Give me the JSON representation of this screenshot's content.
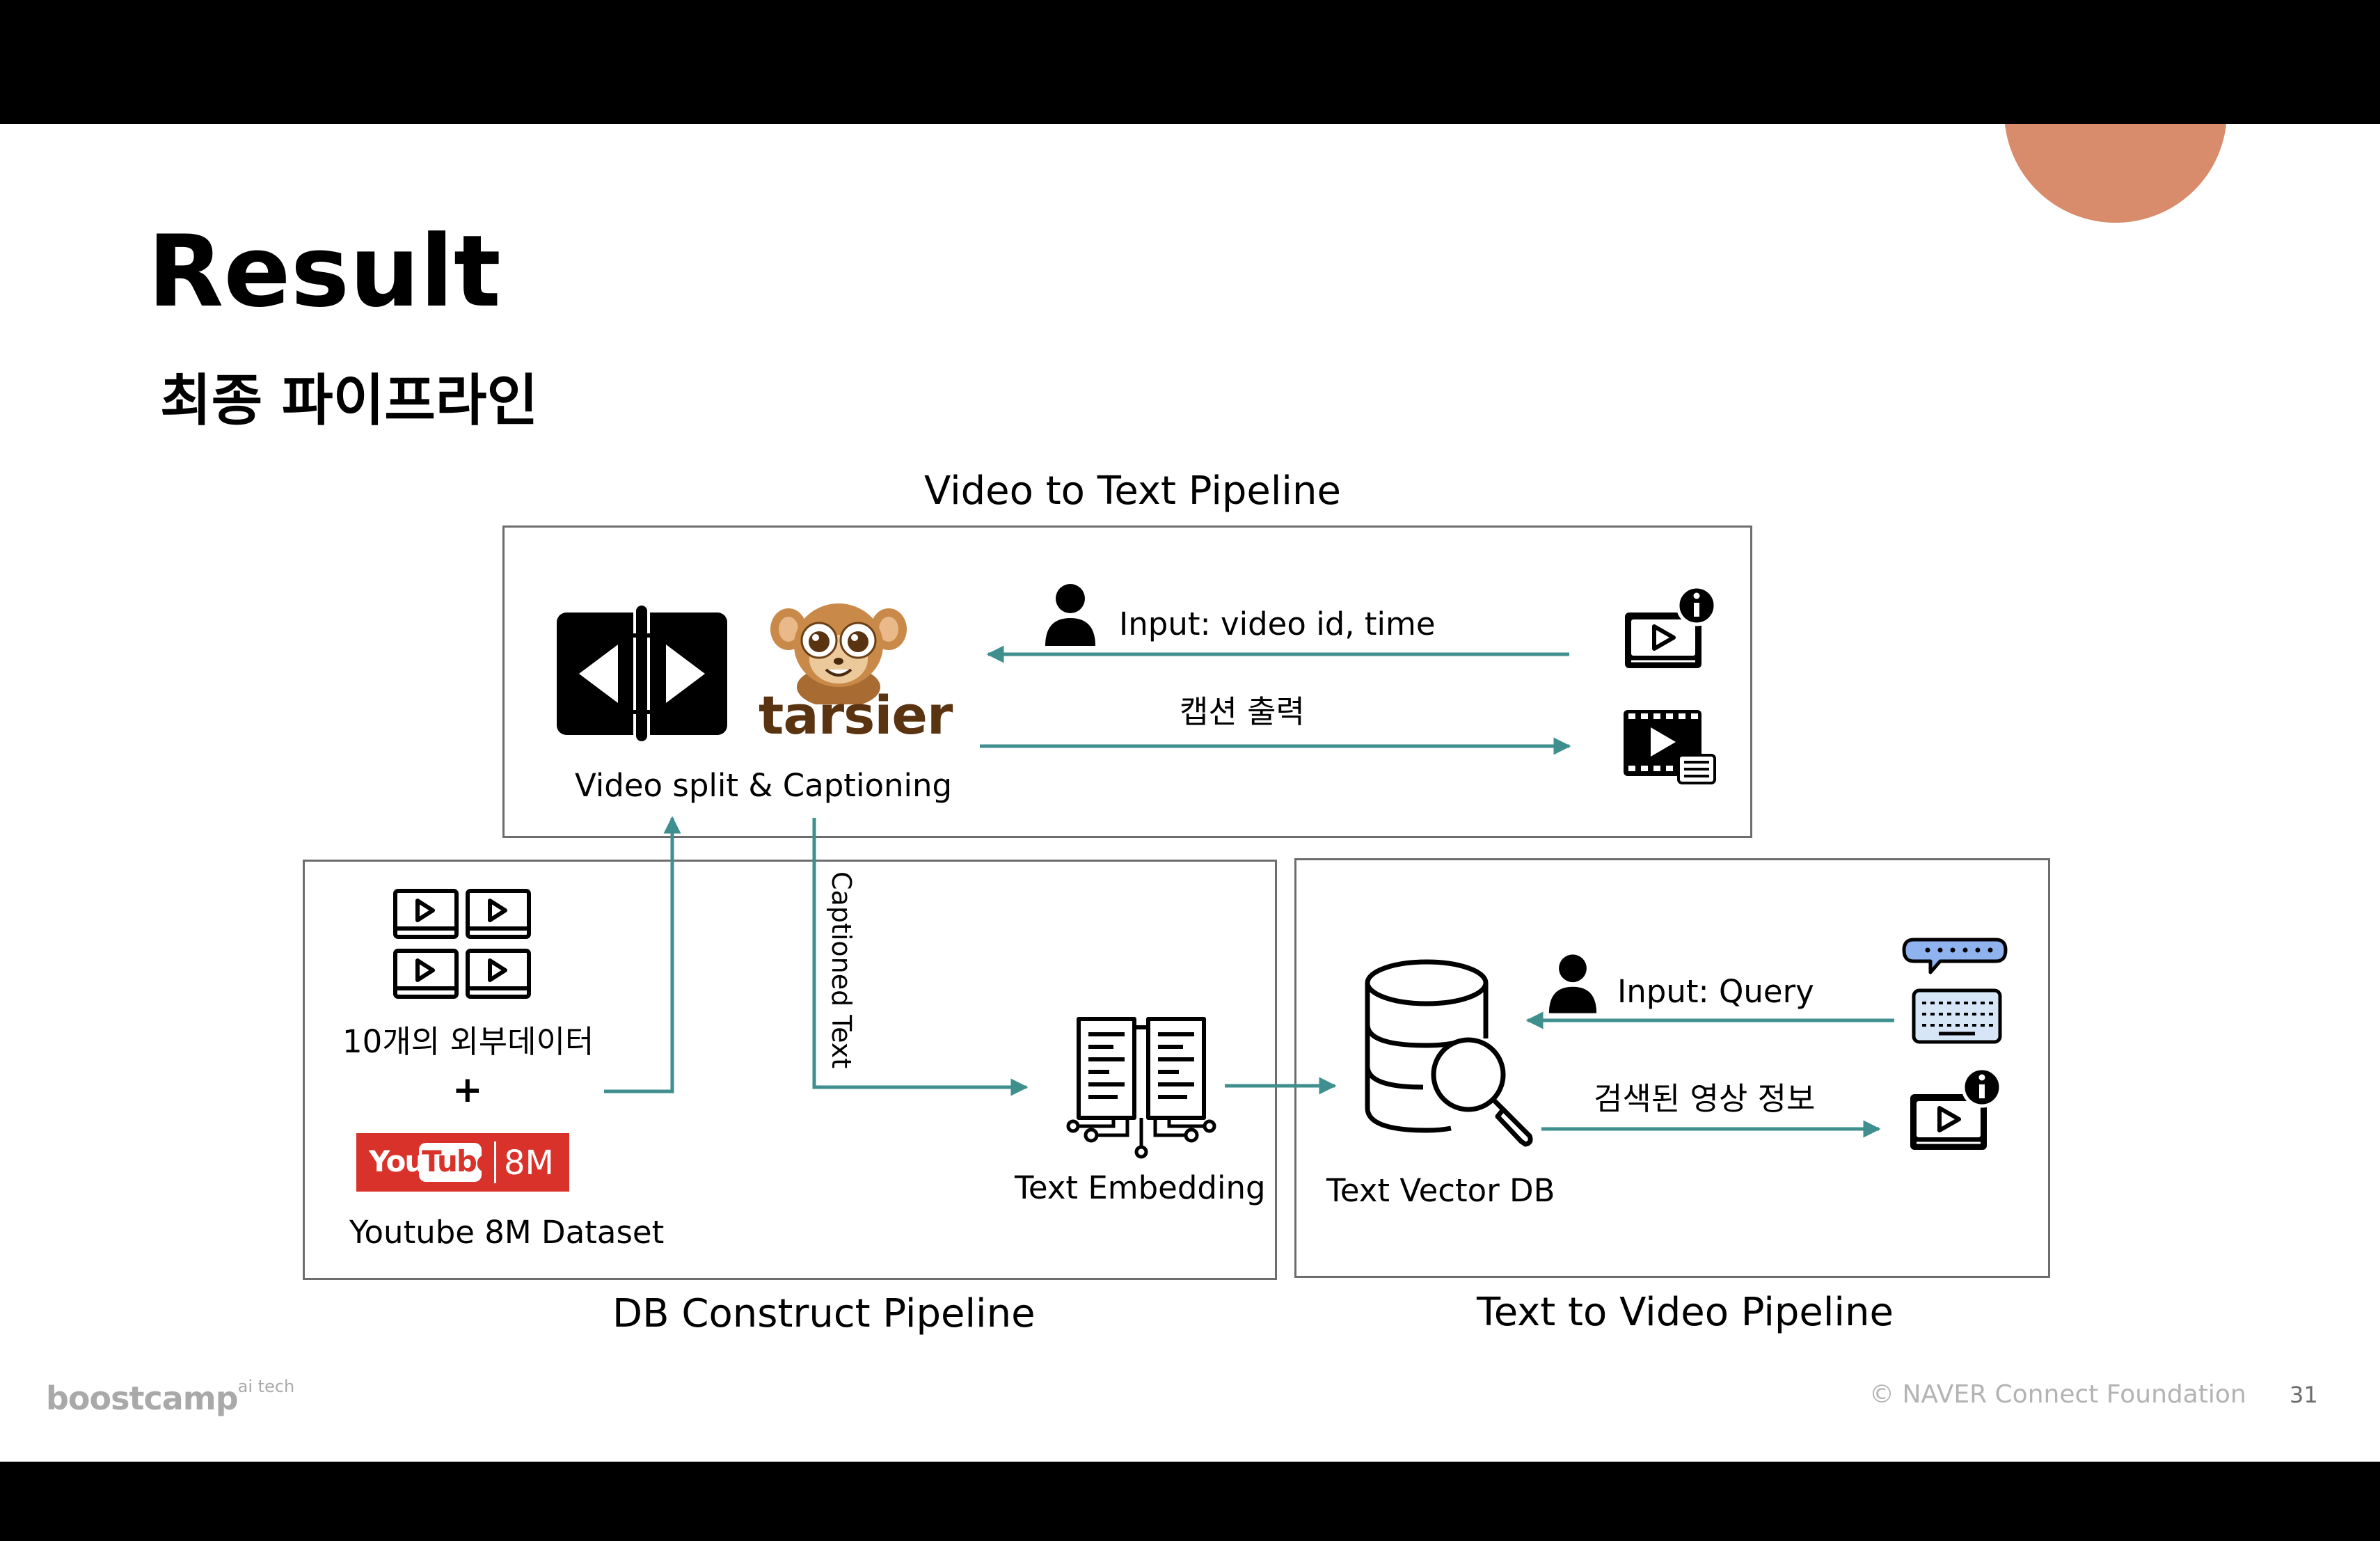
{
  "slide": {
    "title": "Result",
    "subtitle": "최종 파이프라인",
    "page_number": "31",
    "footer_logo_main": "boostcamp",
    "footer_logo_sup": "ai tech",
    "copyright": "© NAVER Connect Foundation"
  },
  "video_to_text": {
    "title": "Video to Text Pipeline",
    "split_caption_label": "Video split & Captioning",
    "tarsier_wordmark": "tarsier",
    "input_label": "Input: video id, time",
    "output_label": "캡션 출력"
  },
  "db_construct": {
    "title": "DB Construct Pipeline",
    "external_data_label": "10개의 외부데이터",
    "plus": "+",
    "youtube_logo_you": "You",
    "youtube_logo_tube": "Tube",
    "youtube_logo_size": "8M",
    "dataset_label": "Youtube 8M Dataset",
    "captioned_text_label": "Captioned Text",
    "text_embedding_label": "Text Embedding"
  },
  "text_to_video": {
    "title": "Text to Video Pipeline",
    "vector_db_label": "Text Vector DB",
    "query_label": "Input: Query",
    "result_label": "검색된 영상 정보"
  },
  "colors": {
    "arrow": "#3f8f8e",
    "youtube_red": "#d8322b",
    "accent_circle": "#d98c6c",
    "chat_blue": "#8fb3ef",
    "keyboard_blue": "#d6e6f7"
  }
}
